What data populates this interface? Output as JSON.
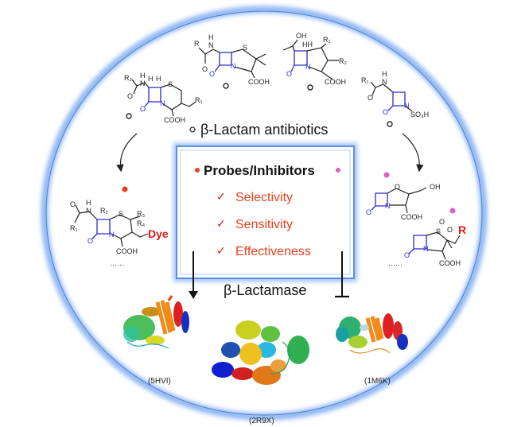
{
  "title": "β-Lactam antibiotics",
  "box": {
    "title": "Probes/Inhibitors",
    "check_mark": "✓",
    "criteria": [
      "Selectivity",
      "Sensitivity",
      "Effectiveness"
    ]
  },
  "target": "β-Lactamase",
  "structures": {
    "penam": {
      "R": "R",
      "H": "H",
      "N": "N",
      "O": "O",
      "S": "S",
      "COOH": "COOH"
    },
    "carbapenem": {
      "OH": "OH",
      "HH": "HH",
      "R1": "R₁",
      "R2": "R₂",
      "N": "N",
      "O": "O",
      "COOH": "COOH"
    },
    "cephem": {
      "R2": "R₂",
      "H": "H",
      "N": "N",
      "O": "O",
      "S": "S",
      "R1": "R₁",
      "COOH": "COOH"
    },
    "monobactam": {
      "R1": "R₁",
      "H": "H",
      "N": "N",
      "O": "O",
      "SO3H": "SO₃H"
    },
    "probe": {
      "R1": "R₁",
      "R2": "R₂",
      "R3": "R₃",
      "R4": "R₄",
      "H": "H",
      "N": "N",
      "O": "O",
      "S": "S",
      "COOH": "COOH",
      "dye": "Dye",
      "more": "……"
    },
    "clavulanate": {
      "O": "O",
      "N": "N",
      "OH": "OH",
      "COOH": "COOH"
    },
    "sulbactam": {
      "S": "S",
      "O": "O",
      "N": "N",
      "R": "R",
      "COOH": "COOH",
      "more": "……"
    }
  },
  "proteins": [
    {
      "pdb": "(5HVI)"
    },
    {
      "pdb": "(2R9X)"
    },
    {
      "pdb": "(1M6K)"
    }
  ],
  "colors": {
    "ring": "#6fa2ee",
    "beta_lactam": "#2a2ad0",
    "probe_marker": "#e8401c",
    "inhibitor_marker": "#e060c0",
    "criteria_text": "#e8401c"
  }
}
